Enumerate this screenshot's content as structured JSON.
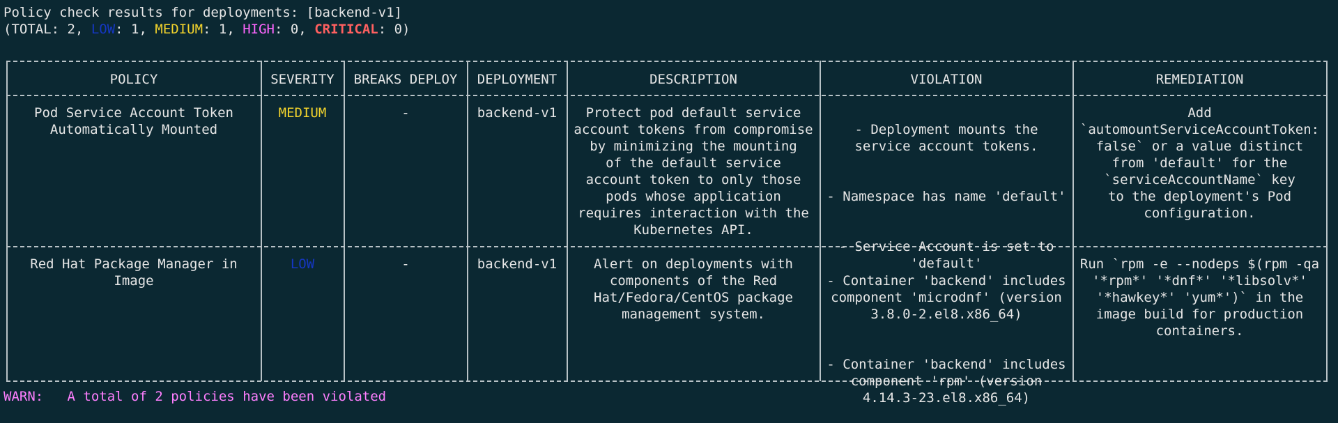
{
  "terminal": {
    "title_line": "Policy check results for deployments: [backend-v1]",
    "summary": {
      "open": "(TOTAL: 2, ",
      "low_label": "LOW",
      "low_value": ": 1, ",
      "medium_label": "MEDIUM",
      "medium_value": ": 1, ",
      "high_label": "HIGH",
      "high_value": ": 0, ",
      "critical_label": "CRITICAL",
      "critical_value": ": 0)"
    },
    "colors": {
      "background": "#0b2832",
      "text": "#e6e6e6",
      "low": "#1537c4",
      "medium": "#f2d32c",
      "high": "#ff66ff",
      "critical": "#ff6060",
      "warn": "#ff7fff"
    },
    "warn": {
      "label": "WARN:",
      "message": "A total of 2 policies have been violated"
    }
  },
  "table": {
    "headers": [
      "POLICY",
      "SEVERITY",
      "BREAKS DEPLOY",
      "DEPLOYMENT",
      "DESCRIPTION",
      "VIOLATION",
      "REMEDIATION"
    ],
    "rows": [
      {
        "policy": "Pod Service Account Token\nAutomatically Mounted",
        "severity": "MEDIUM",
        "breaks_deploy": "-",
        "deployment": "backend-v1",
        "description": "Protect pod default service\naccount tokens from compromise\nby minimizing the mounting\nof the default service\naccount token to only those\npods whose application\nrequires interaction with the\nKubernetes API.",
        "violations": [
          "- Deployment mounts the\nservice account tokens.",
          "- Namespace has name 'default'",
          "- Service Account is set to\n'default'"
        ],
        "remediation": "Add\n`automountServiceAccountToken:\nfalse` or a value distinct\nfrom 'default' for the\n`serviceAccountName` key\nto the deployment's Pod\nconfiguration."
      },
      {
        "policy": "Red Hat Package Manager in\nImage",
        "severity": "LOW",
        "breaks_deploy": "-",
        "deployment": "backend-v1",
        "description": "Alert on deployments with\ncomponents of the Red\nHat/Fedora/CentOS package\nmanagement system.",
        "violations": [
          "- Container 'backend' includes\ncomponent 'microdnf' (version\n3.8.0-2.el8.x86_64)",
          "- Container 'backend' includes\ncomponent 'rpm' (version\n4.14.3-23.el8.x86_64)"
        ],
        "remediation": "Run `rpm -e --nodeps $(rpm -qa\n'*rpm*' '*dnf*' '*libsolv*'\n'*hawkey*' 'yum*')` in the\nimage build for production\ncontainers."
      }
    ]
  }
}
